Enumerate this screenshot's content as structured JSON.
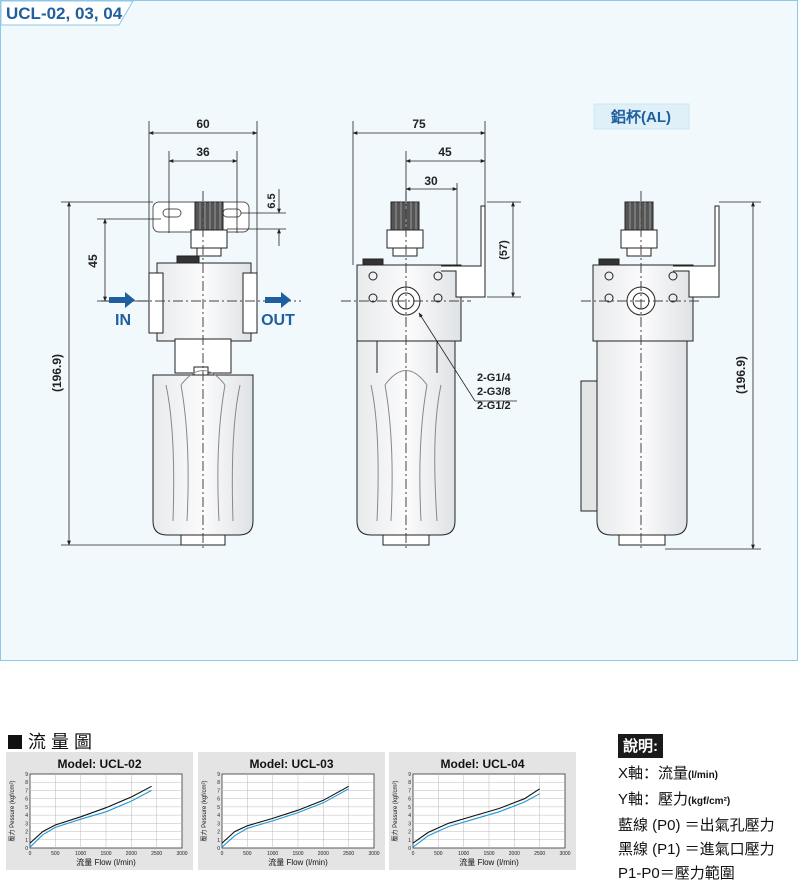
{
  "title": "UCL-02, 03, 04",
  "bowl_label": "鋁杯(AL)",
  "dimensions": {
    "front_width": "60",
    "front_inner": "36",
    "front_top_offset": "6.5",
    "front_port_height": "45",
    "front_total_height": "(196.9)",
    "side_width": "75",
    "side_inner": "45",
    "side_offset": "30",
    "side_bracket_height": "(57)",
    "back_total_height": "(196.9)"
  },
  "port_labels": {
    "in": "IN",
    "out": "OUT"
  },
  "thread_labels": [
    "2-G1/4",
    "2-G3/8",
    "2-G1/2"
  ],
  "flow_section_title": "流 量 圖",
  "charts": [
    {
      "title": "Model: UCL-02"
    },
    {
      "title": "Model: UCL-03"
    },
    {
      "title": "Model: UCL-04"
    }
  ],
  "chart_data": [
    {
      "type": "line",
      "title": "Model: UCL-02",
      "xlabel": "流量 Flow (l/min)",
      "ylabel": "壓力 Pessure (kgf/cm²)",
      "xlim": [
        0,
        3000
      ],
      "ylim": [
        0,
        9
      ],
      "x_ticks": [
        "0",
        "500",
        "1000",
        "1500",
        "2000",
        "2500",
        "3000"
      ],
      "y_ticks": [
        "0",
        "1",
        "2",
        "3",
        "4",
        "5",
        "6",
        "7",
        "8",
        "9"
      ],
      "series": [
        {
          "color": "#111111",
          "points": [
            [
              0,
              0.6
            ],
            [
              250,
              2.0
            ],
            [
              500,
              2.8
            ],
            [
              1000,
              3.8
            ],
            [
              1500,
              4.9
            ],
            [
              2000,
              6.2
            ],
            [
              2400,
              7.5
            ]
          ]
        },
        {
          "color": "#1e9ad6",
          "points": [
            [
              0,
              0.1
            ],
            [
              250,
              1.6
            ],
            [
              500,
              2.5
            ],
            [
              1000,
              3.5
            ],
            [
              1500,
              4.4
            ],
            [
              2000,
              5.7
            ],
            [
              2400,
              7.0
            ]
          ]
        }
      ]
    },
    {
      "type": "line",
      "title": "Model: UCL-03",
      "xlabel": "流量 Flow (l/min)",
      "ylabel": "壓力 Pessure (kgf/cm²)",
      "xlim": [
        0,
        3000
      ],
      "ylim": [
        0,
        9
      ],
      "x_ticks": [
        "0",
        "500",
        "1000",
        "1500",
        "2000",
        "2500",
        "3000"
      ],
      "y_ticks": [
        "0",
        "1",
        "2",
        "3",
        "4",
        "5",
        "6",
        "7",
        "8",
        "9"
      ],
      "series": [
        {
          "color": "#111111",
          "points": [
            [
              0,
              0.6
            ],
            [
              250,
              2.0
            ],
            [
              500,
              2.7
            ],
            [
              1000,
              3.6
            ],
            [
              1500,
              4.6
            ],
            [
              2000,
              5.8
            ],
            [
              2500,
              7.5
            ]
          ]
        },
        {
          "color": "#1e9ad6",
          "points": [
            [
              0,
              0.1
            ],
            [
              250,
              1.5
            ],
            [
              500,
              2.4
            ],
            [
              1000,
              3.3
            ],
            [
              1500,
              4.3
            ],
            [
              2000,
              5.5
            ],
            [
              2500,
              7.2
            ]
          ]
        }
      ]
    },
    {
      "type": "line",
      "title": "Model: UCL-04",
      "xlabel": "流量 Flow (l/min)",
      "ylabel": "壓力 Pessure (kgf/cm²)",
      "xlim": [
        0,
        3000
      ],
      "ylim": [
        0,
        9
      ],
      "x_ticks": [
        "0",
        "500",
        "1000",
        "1500",
        "2000",
        "2500",
        "3000"
      ],
      "y_ticks": [
        "0",
        "1",
        "2",
        "3",
        "4",
        "5",
        "6",
        "7",
        "8",
        "9"
      ],
      "series": [
        {
          "color": "#111111",
          "points": [
            [
              0,
              0.6
            ],
            [
              300,
              1.9
            ],
            [
              700,
              3.0
            ],
            [
              1200,
              3.9
            ],
            [
              1700,
              4.8
            ],
            [
              2200,
              6.0
            ],
            [
              2500,
              7.2
            ]
          ]
        },
        {
          "color": "#1e9ad6",
          "points": [
            [
              0,
              0.1
            ],
            [
              300,
              1.5
            ],
            [
              700,
              2.6
            ],
            [
              1200,
              3.5
            ],
            [
              1700,
              4.4
            ],
            [
              2200,
              5.6
            ],
            [
              2500,
              6.6
            ]
          ]
        }
      ]
    }
  ],
  "notes": {
    "title": "說明:",
    "x_axis": "X軸：流量",
    "x_unit": "(l/min)",
    "y_axis": "Y軸：壓力",
    "y_unit": "(kgf/cm²)",
    "blue_line": "藍線 (P0) ＝出氣孔壓力",
    "black_line": "黑線 (P1) ＝進氣口壓力",
    "difference": "P1-P0＝壓力範圍"
  }
}
